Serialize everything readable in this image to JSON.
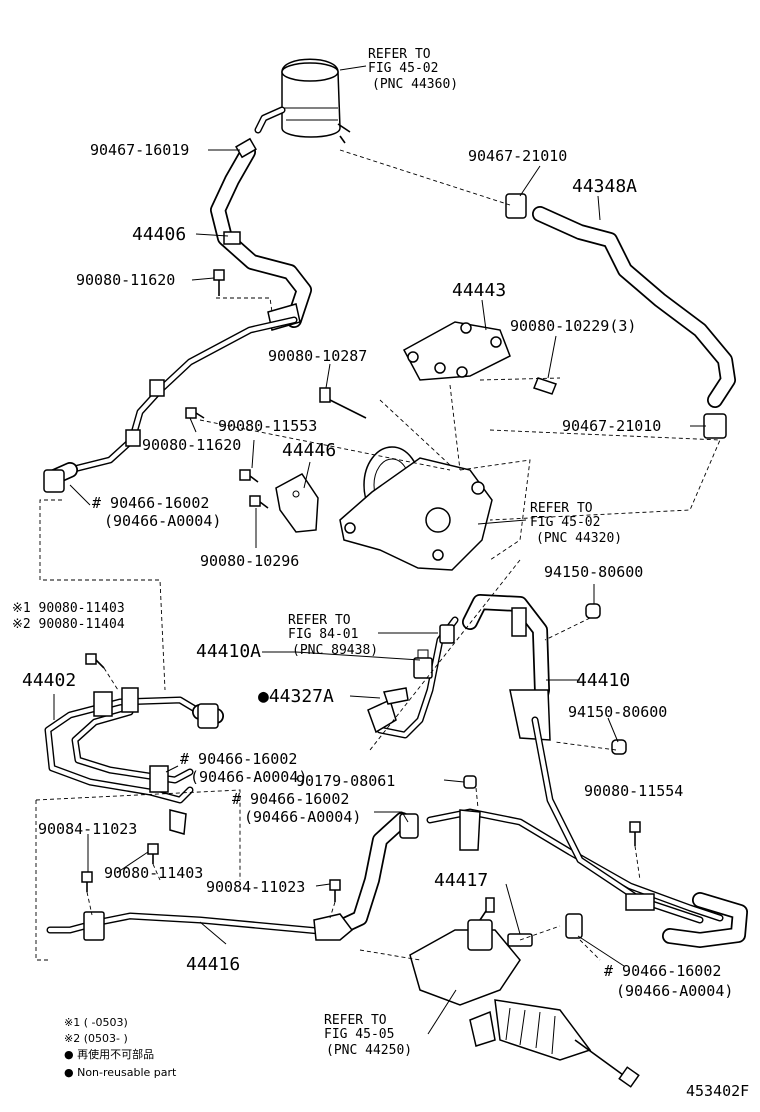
{
  "labels": {
    "ref_reservoir": [
      "REFER TO",
      "FIG 45-02",
      "(PNC 44360)"
    ],
    "p_90467_16019": "90467-16019",
    "p_90467_21010_top": "90467-21010",
    "p_44348A": "44348A",
    "p_44406": "44406",
    "p_90080_11620_a": "90080-11620",
    "p_44443": "44443",
    "p_90080_10229": "90080-10229(3)",
    "p_90080_10287": "90080-10287",
    "p_90467_21010_mid": "90467-21010",
    "p_90080_11553": "90080-11553",
    "p_90080_11620_b": "90080-11620",
    "p_44446": "44446",
    "p_90466_16002_a": "# 90466-16002",
    "p_90466_A0004_a": "(90466-A0004)",
    "ref_pump": [
      "REFER TO",
      "FIG 45-02",
      "(PNC 44320)"
    ],
    "p_90080_10296": "90080-10296",
    "p_94150_80600_a": "94150-80600",
    "p_90080_11403_star1": "※1 90080-11403",
    "p_90080_11404_star2": "※2 90080-11404",
    "ref_sensor": [
      "REFER TO",
      "FIG 84-01",
      "(PNC 89438)"
    ],
    "p_44410A": "44410A",
    "p_44410": "44410",
    "p_44402": "44402",
    "p_44327A": "●44327A",
    "p_94150_80600_b": "94150-80600",
    "p_90466_16002_b": "# 90466-16002",
    "p_90466_A0004_b": "(90466-A0004)",
    "p_90179_08061": "90179-08061",
    "p_90466_16002_c": "# 90466-16002",
    "p_90466_A0004_c": "(90466-A0004)",
    "p_90080_11554": "90080-11554",
    "p_90084_11023_a": "90084-11023",
    "p_90080_11403": "90080-11403",
    "p_90084_11023_b": "90084-11023",
    "p_44417": "44417",
    "p_44416": "44416",
    "p_90466_16002_d": "# 90466-16002",
    "p_90466_A0004_d": "(90466-A0004)",
    "ref_gear": [
      "REFER TO",
      "FIG 45-05",
      "(PNC 44250)"
    ]
  },
  "legend": {
    "note1": "※1 (      -0503)",
    "note2": "※2 (0503-      )",
    "jp": "● 再使用不可部品",
    "en": "● Non-reusable part"
  },
  "figure_id": "453402F"
}
